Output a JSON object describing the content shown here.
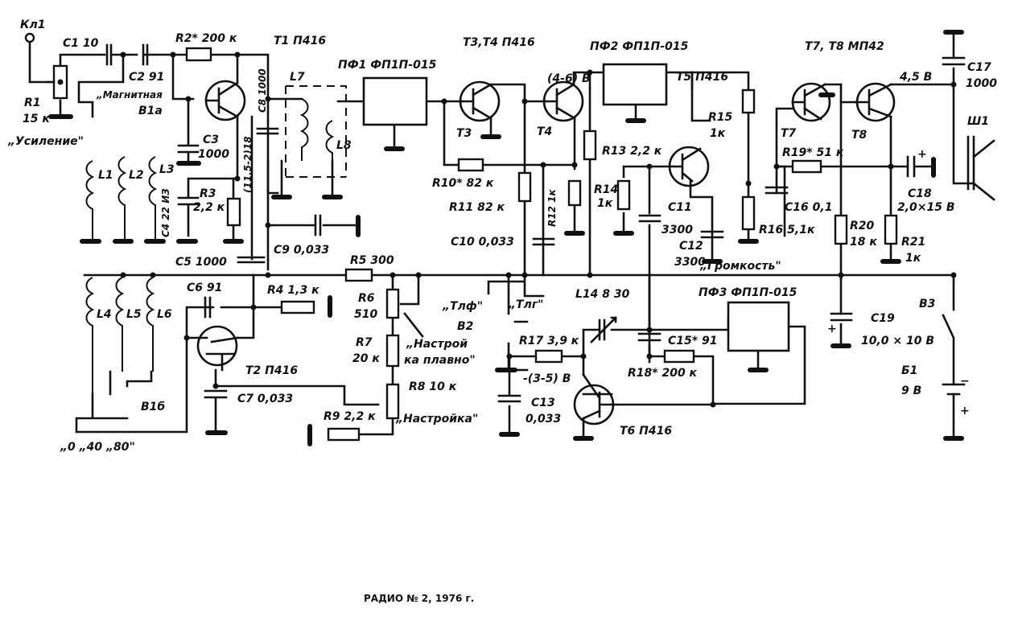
{
  "caption": "РАДИО № 2, 1976 г.",
  "components": {
    "kl1": "Кл1",
    "r1": "R1",
    "r1_val": "15 к",
    "r1_name": "„Усиление\"",
    "c1": "C1  10",
    "c2": "C2  91",
    "r2": "R2* 200 к",
    "t1": "T1  П416",
    "magnetic_ant": "„Магнитная",
    "v1a": "B1a",
    "c3": "C3",
    "c3_val": "1000",
    "c4": "C4  22 ИЗ",
    "r3": "R3",
    "r3_val": "2,2 к",
    "c8": "C8  1000",
    "c8b": "(11,5-2)18",
    "l1": "L1",
    "l2": "L2",
    "l3": "L3",
    "l7": "L7",
    "l8": "L8",
    "c5": "C5  1000",
    "c9": "C9  0,033",
    "pf1": "ПФ1   ФП1П-015",
    "t34": "T3,T4  П416",
    "t3": "T3",
    "t4": "T4",
    "voltage_46": "(4-6) В",
    "pf2": "ПФ2   ФП1П-015",
    "t5": "T5   П416",
    "r10": "R10* 82 к",
    "r11": "R11  82 к",
    "r12": "R12 1к",
    "r13": "R13  2,2 к",
    "r14": "R14",
    "r14_val": "1к",
    "c10": "C10  0,033",
    "c11": "C11",
    "c11_val": "3300",
    "c12": "C12",
    "c12_val": "3300",
    "r15": "R15",
    "r15_val": "1к",
    "r16": "R16  5,1к",
    "volume": "„Громкость\"",
    "t78": "T7, T8   МП42",
    "t7": "T7",
    "t8": "T8",
    "r19": "R19* 51 к",
    "voltage_45": "4,5 В",
    "c17": "C17",
    "c17_val": "1000",
    "sh1": "Ш1",
    "c16": "C16  0,1",
    "c18": "C18",
    "c18_val": "2,0×15 В",
    "r20": "R20",
    "r20_val": "18 к",
    "r21": "R21",
    "r21_val": "1к",
    "r5": "R5  300",
    "r4": "R4  1,3 к",
    "c6": "C6  91",
    "l4": "L4",
    "l5": "L5",
    "l6": "L6",
    "t2": "T2  П416",
    "c7": "C7  0,033",
    "v1b": "B1б",
    "angles": "„0    „40   „80\"",
    "r6": "R6",
    "r6_val": "510",
    "r7": "R7",
    "r7_val": "20 к",
    "fine_tune": "„Настрой",
    "fine_tune2": "ка плавно\"",
    "r8": "R8  10 к",
    "r9": "R9  2,2 к",
    "tuning": "„Настройка\"",
    "tlf": "„Тлф\"",
    "tlg": "„Тлг\"",
    "v2": "B2",
    "l14": "L14  8 30",
    "r17": "R17  3,9 к",
    "voltage_35": "-(3-5) В",
    "c13": "C13",
    "c13_val": "0,033",
    "t6": "T6  П416",
    "c15": "C15* 91",
    "r18": "R18* 200 к",
    "pf3": "ПФ3   ФП1П-015",
    "c19": "C19",
    "c19_val": "10,0 × 10 В",
    "v3": "B3",
    "b1": "Б1",
    "b1_val": "9 В",
    "minus": "−",
    "plus": "+"
  }
}
